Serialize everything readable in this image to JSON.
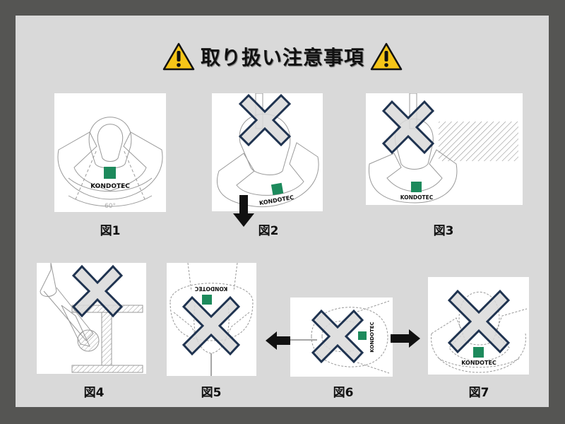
{
  "title": "取り扱い注意事項",
  "icons": {
    "warning": "warning-triangle-icon"
  },
  "colors": {
    "frame": "#555553",
    "panel": "#d9d9d9",
    "warning": "#f5c518",
    "cross_fill": "#d9d9d9",
    "cross_stroke": "#1f3350",
    "brand": "#1d8a5c"
  },
  "brand": "KONDOTEC",
  "figures": [
    {
      "id": 1,
      "caption": "図1",
      "angle_label": "60°",
      "prohibited": false
    },
    {
      "id": 2,
      "caption": "図2",
      "prohibited": true,
      "arrow": "down"
    },
    {
      "id": 3,
      "caption": "図3",
      "prohibited": true
    },
    {
      "id": 4,
      "caption": "図4",
      "prohibited": true
    },
    {
      "id": 5,
      "caption": "図5",
      "prohibited": true
    },
    {
      "id": 6,
      "caption": "図6",
      "prohibited": true,
      "arrow": "left-right"
    },
    {
      "id": 7,
      "caption": "図7",
      "prohibited": true
    }
  ]
}
